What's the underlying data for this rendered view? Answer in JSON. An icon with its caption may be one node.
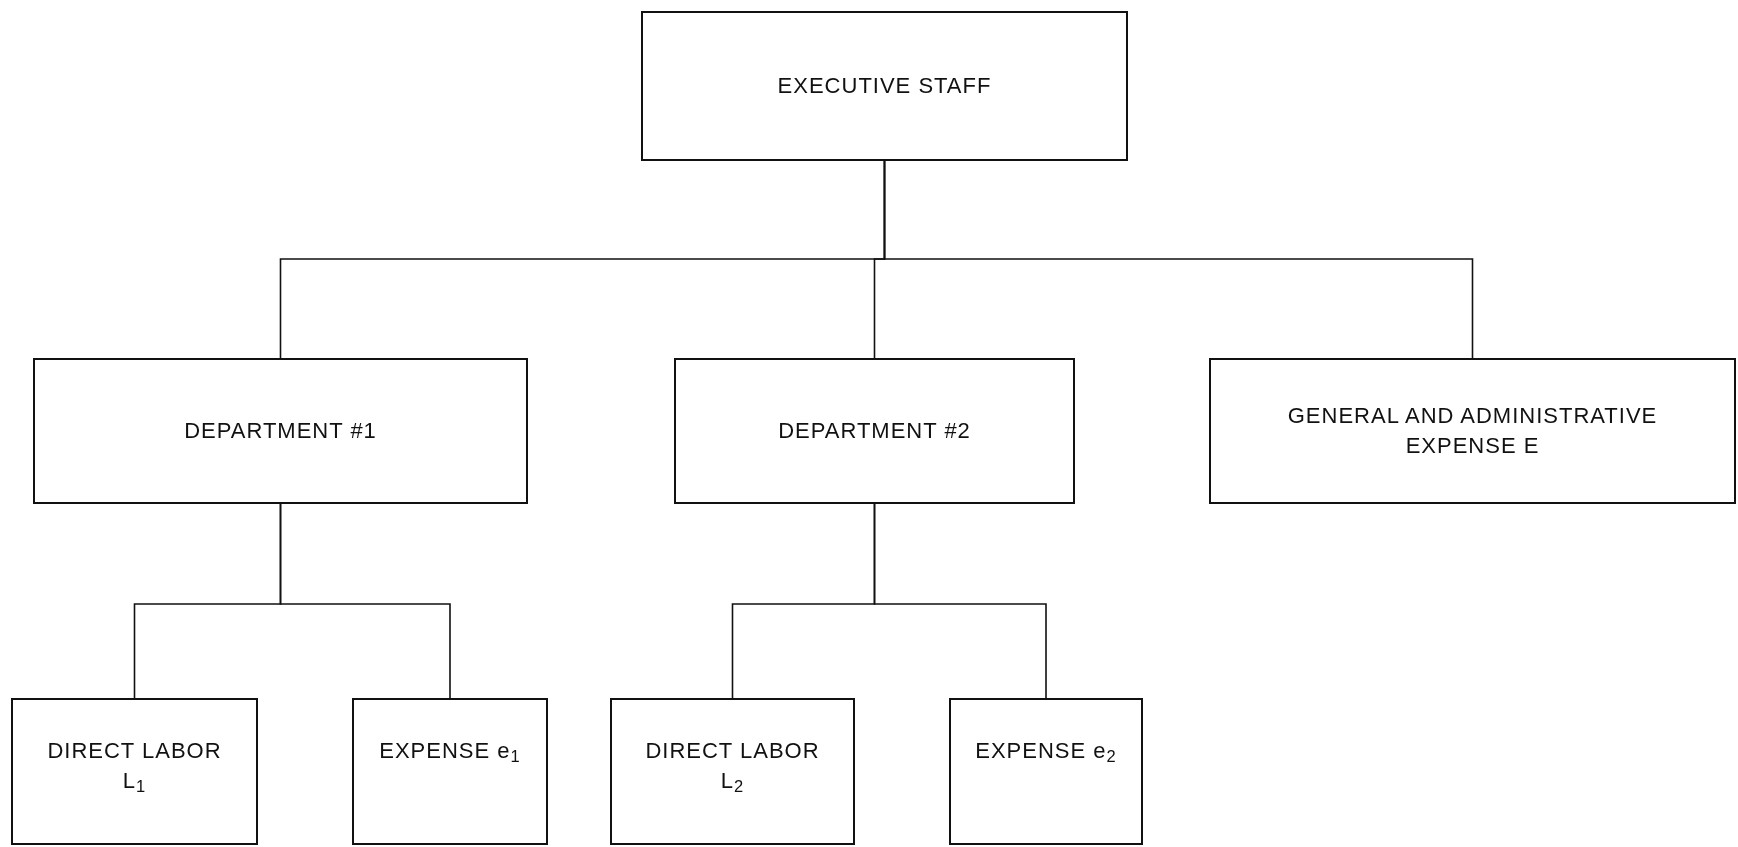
{
  "diagram": {
    "nodes": [
      {
        "text": [
          "EXECUTIVE STAFF"
        ]
      },
      {
        "text": [
          "DEPARTMENT #1"
        ]
      },
      {
        "text": [
          "DEPARTMENT #2"
        ]
      },
      {
        "text": [
          "GENERAL AND ADMINISTRATIVE EXPENSE E"
        ]
      },
      {
        "text": [
          "DIRECT LABOR L$_{1}$"
        ]
      },
      {
        "text": [
          "EXPENSE e$_{1}$"
        ]
      },
      {
        "text": [
          "DIRECT LABOR L$_{2}$"
        ]
      },
      {
        "text": [
          "EXPENSE e$_{2}$"
        ]
      }
    ],
    "edges": [
      {
        "from": 0,
        "to": 1,
        "arrow": "none"
      },
      {
        "from": 0,
        "to": 2,
        "arrow": "none"
      },
      {
        "from": 0,
        "to": 3,
        "arrow": "none"
      },
      {
        "from": 1,
        "to": 4,
        "arrow": "none"
      },
      {
        "from": 1,
        "to": 5,
        "arrow": "none"
      },
      {
        "from": 2,
        "to": 6,
        "arrow": "none"
      },
      {
        "from": 2,
        "to": 7,
        "arrow": "none"
      }
    ]
  }
}
